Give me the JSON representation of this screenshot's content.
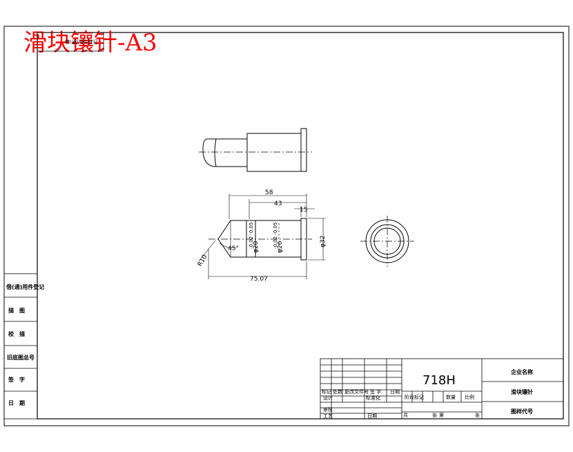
{
  "drawing": {
    "title": "滑块镶针-A3",
    "stamp_label": "借(通)用件登记",
    "material": "718H",
    "company_label": "企业名称",
    "part_name": "滑块镶针",
    "drawing_no_label": "图样代号"
  },
  "dimensions": {
    "overall_length": "58",
    "body_length": "43",
    "flange_length": "15",
    "flange_dia": "φ32",
    "total_length": "75.07",
    "chamfer_angle": "45°",
    "tip_radius": "R10",
    "dia_small": "φ20",
    "dia_small_tol": "-0.02 -0.05",
    "dia_mid": "φ26",
    "dia_mid_tol": "-0.02 -0.05"
  },
  "side_table": [
    "借(通)用件登记",
    "描　图",
    "校　描",
    "旧底图总号",
    "签　字",
    "日　期"
  ],
  "title_block": {
    "row_labels": [
      "标记",
      "处数",
      "更改文件号",
      "签  字",
      "日期"
    ],
    "design": "设计",
    "standard": "标准化",
    "check": "审核",
    "craft": "工艺",
    "date": "日期",
    "stage_headers": [
      "阶段标记",
      "数量",
      "比例"
    ],
    "sheet_left": "共",
    "sheet_right": "第",
    "sheet_unit_a": "张",
    "sheet_unit_b": "张"
  },
  "colors": {
    "ink": "#000000",
    "title": "#ff0000"
  }
}
